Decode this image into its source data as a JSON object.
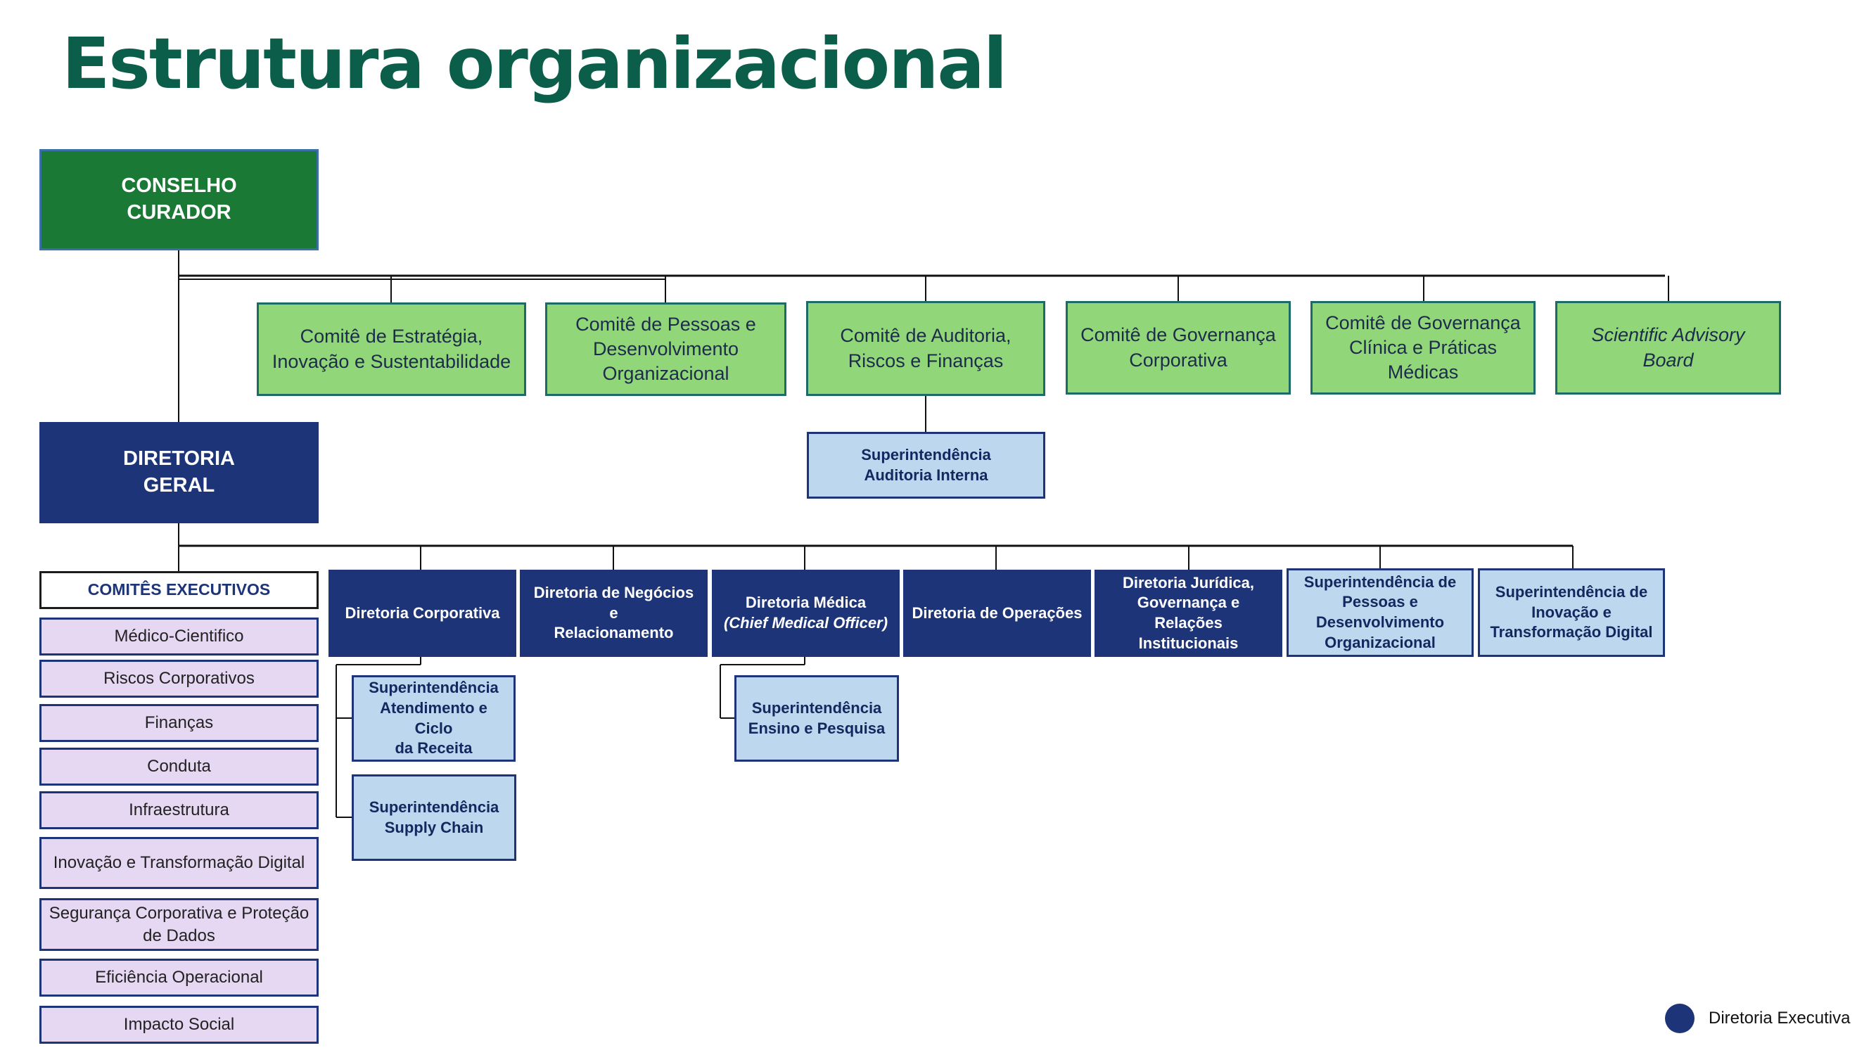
{
  "title": "Estrutura organizacional",
  "colors": {
    "title": "#0b5e4a",
    "council": "#1a7a35",
    "committee": "#92d67a",
    "executive_directorate": "#1d3578",
    "superintendence": "#bdd7ee",
    "executive_committee": "#e6d7f2"
  },
  "council": {
    "label": "CONSELHO\nCURADOR"
  },
  "committees": [
    {
      "label": "Comitê de Estratégia,\nInovação e Sustentabilidade"
    },
    {
      "label": "Comitê de Pessoas e\nDesenvolvimento\nOrganizacional"
    },
    {
      "label": "Comitê de Auditoria,\nRiscos e Finanças"
    },
    {
      "label": "Comitê de Governança\nCorporativa"
    },
    {
      "label": "Comitê de Governança\nClínica e Práticas\nMédicas"
    },
    {
      "label": "Scientific Advisory\nBoard"
    }
  ],
  "audit_superintendence": {
    "label": "Superintendência\nAuditoria Interna"
  },
  "directorate_general": {
    "label": "DIRETORIA\nGERAL"
  },
  "executive_committees": {
    "header": "COMITÊS EXECUTIVOS",
    "items": [
      "Médico-Cientifico",
      "Riscos Corporativos",
      "Finanças",
      "Conduta",
      "Infraestrutura",
      "Inovação e Transformação Digital",
      "Segurança Corporativa e Proteção\nde Dados",
      "Eficiência Operacional",
      "Impacto Social"
    ]
  },
  "directorates": [
    {
      "label": "Diretoria Corporativa"
    },
    {
      "label": "Diretoria de Negócios e\nRelacionamento"
    },
    {
      "label": "Diretoria Médica",
      "sublabel": "(Chief Medical Officer)"
    },
    {
      "label": "Diretoria de Operações"
    },
    {
      "label": "Diretoria Jurídica,\nGovernança e Relações\nInstitucionais"
    },
    {
      "label": "Superintendência de\nPessoas e\nDesenvolvimento\nOrganizacional"
    },
    {
      "label": "Superintendência de\nInovação e\nTransformação Digital"
    }
  ],
  "corporate_superintendences": [
    {
      "label": "Superintendência\nAtendimento e Ciclo\nda Receita"
    },
    {
      "label": "Superintendência\nSupply Chain"
    }
  ],
  "medical_superintendences": [
    {
      "label": "Superintendência\nEnsino e Pesquisa"
    }
  ],
  "legend": {
    "label": "Diretoria Executiva"
  }
}
